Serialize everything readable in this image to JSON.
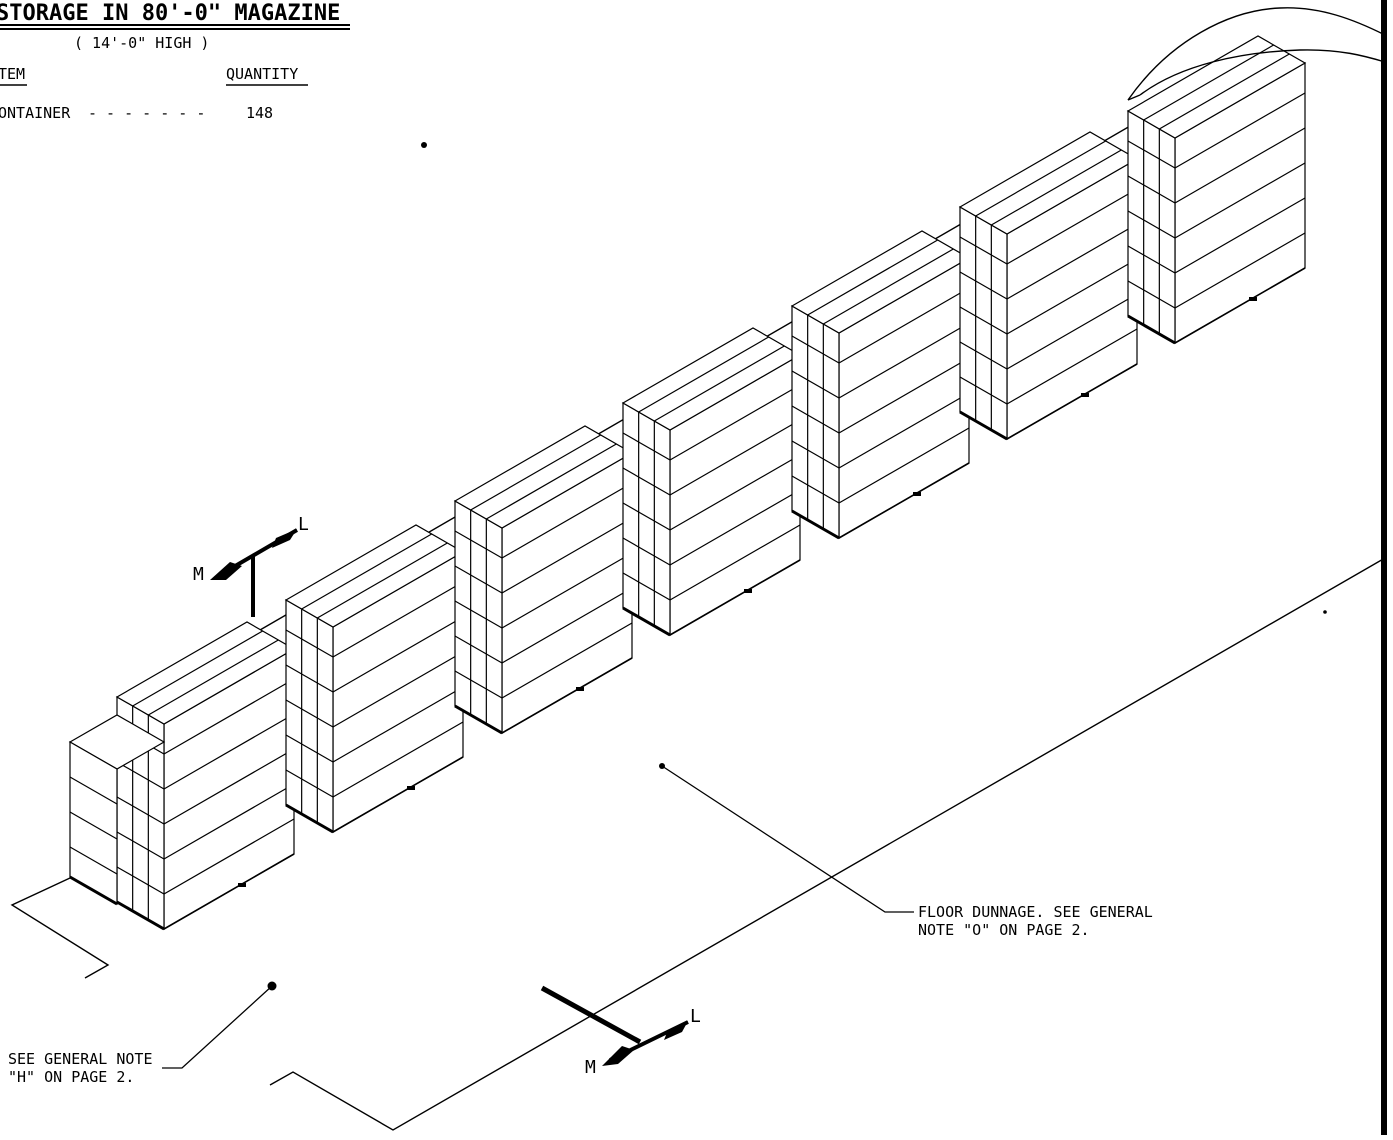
{
  "header": {
    "title": "STORAGE IN 80'-0\" MAGAZINE",
    "subtitle": "( 14'-0\" HIGH )",
    "item_col": "TEM",
    "qty_col": "QUANTITY",
    "row_item": "ONTAINER",
    "row_dashes": "- - - - - - -",
    "row_qty": "148"
  },
  "notes": {
    "floor_line1": "FLOOR DUNNAGE.  SEE GENERAL",
    "floor_line2": "NOTE \"O\" ON PAGE 2.",
    "general_line1": "SEE GENERAL NOTE",
    "general_line2": "\"H\" ON PAGE 2."
  },
  "axes": {
    "top_m": "M",
    "top_l": "L",
    "bottom_m": "M",
    "bottom_l": "L"
  },
  "colors": {
    "ink": "#000000",
    "paper": "#ffffff"
  }
}
